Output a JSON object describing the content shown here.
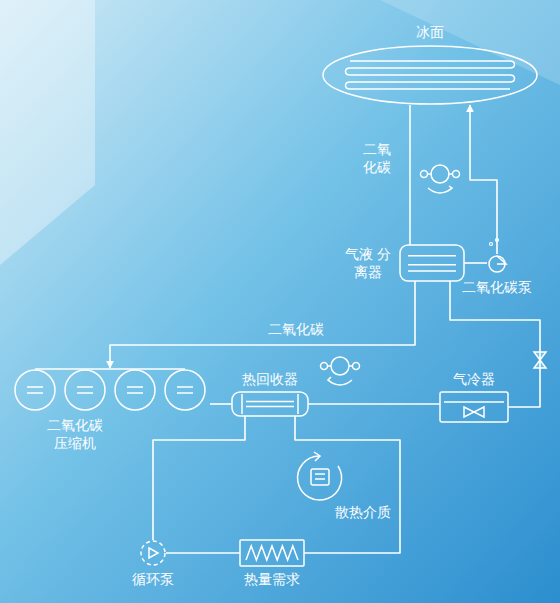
{
  "diagram": {
    "nodes": [
      {
        "text": [
          "冰面"
        ]
      },
      {
        "text": [
          "二氧化碳泵"
        ]
      },
      {
        "text": [
          "气液 分离器"
        ]
      },
      {
        "text": [
          "二氧化碳 压缩机"
        ]
      },
      {
        "text": [
          "热回收器"
        ]
      },
      {
        "text": [
          "气冷器"
        ]
      },
      {
        "text": [
          "循环泵"
        ]
      },
      {
        "text": [
          "热量需求"
        ]
      }
    ],
    "edges": [
      {
        "from": 2,
        "to": 1,
        "arrow": "none"
      },
      {
        "from": 1,
        "to": 0,
        "arrow": "to"
      },
      {
        "from": 0,
        "to": 2,
        "arrow": "none"
      },
      {
        "from": 2,
        "to": 3,
        "arrow": "to"
      },
      {
        "from": 3,
        "to": 4,
        "arrow": "none"
      },
      {
        "from": 4,
        "to": 5,
        "arrow": "none"
      },
      {
        "from": 5,
        "to": 2,
        "arrow": "none"
      },
      {
        "from": 4,
        "to": 6,
        "arrow": "none"
      },
      {
        "from": 6,
        "to": 7,
        "arrow": "none"
      },
      {
        "from": 7,
        "to": 4,
        "arrow": "none"
      }
    ],
    "labels": [
      "二氧 化碳",
      "二氧化碳",
      "散热介质"
    ]
  }
}
